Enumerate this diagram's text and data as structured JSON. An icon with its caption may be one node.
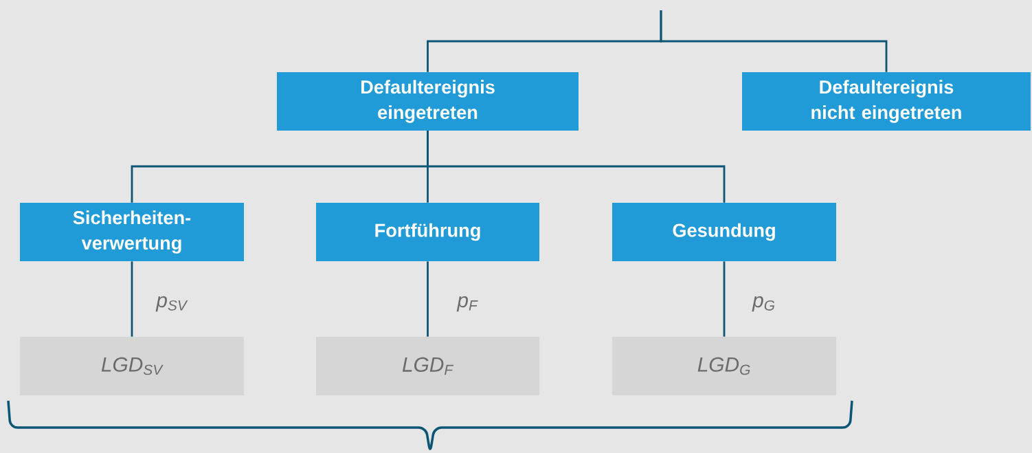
{
  "diagram": {
    "nodes": [
      {
        "text": [
          "Defaultereignis eingetreten"
        ]
      },
      {
        "text": [
          "Defaultereignis nicht eingetreten"
        ]
      },
      {
        "text": [
          "Sicherheiten- verwertung"
        ]
      },
      {
        "text": [
          "Fortführung"
        ]
      },
      {
        "text": [
          "Gesundung"
        ]
      },
      {
        "text": [
          "LGD$_{SV}$"
        ]
      },
      {
        "text": [
          "LGD$_{F}$"
        ]
      },
      {
        "text": [
          "LGD$_{G}$"
        ]
      }
    ],
    "edges": [
      {
        "from": null,
        "to": 0,
        "arrow": "none"
      },
      {
        "from": null,
        "to": 1,
        "arrow": "none"
      },
      {
        "from": 0,
        "to": 2,
        "arrow": "none"
      },
      {
        "from": 0,
        "to": 3,
        "arrow": "none"
      },
      {
        "from": 0,
        "to": 4,
        "arrow": "none"
      },
      {
        "from": 2,
        "to": 5,
        "arrow": "none",
        "label": "p$_{SV}$"
      },
      {
        "from": 3,
        "to": 6,
        "arrow": "none",
        "label": "p$_{F}$"
      },
      {
        "from": 4,
        "to": 7,
        "arrow": "none",
        "label": "p$_{G}$"
      }
    ]
  }
}
